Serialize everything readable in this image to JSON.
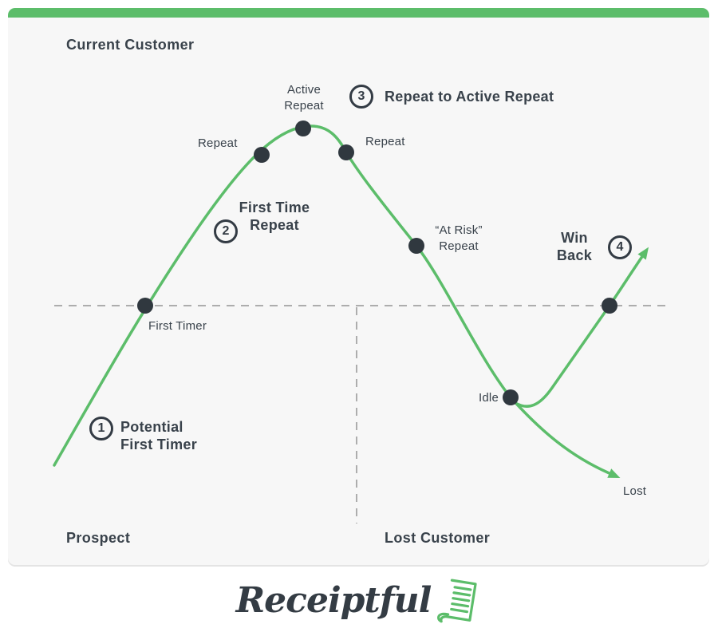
{
  "colors": {
    "accent_green": "#5CBD6A",
    "ink": "#39424B",
    "dot": "#30383F",
    "dashed_line": "#ADADAD",
    "card_background": "#F7F7F7"
  },
  "header": {
    "title": "Current Customer"
  },
  "zones": {
    "prospect": "Prospect",
    "lost_customer": "Lost Customer"
  },
  "stages": {
    "first_timer": "First Timer",
    "repeat_left": "Repeat",
    "active_repeat": {
      "lines": [
        "Active",
        "Repeat"
      ]
    },
    "repeat_right": "Repeat",
    "at_risk": {
      "lines": [
        "“At Risk”",
        "Repeat"
      ]
    },
    "idle": "Idle",
    "lost": "Lost"
  },
  "steps": [
    {
      "number": "1",
      "lines": [
        "Potential",
        "First Timer"
      ]
    },
    {
      "number": "2",
      "lines": [
        "First Time",
        "Repeat"
      ]
    },
    {
      "number": "3",
      "lines": [
        "Repeat to Active Repeat"
      ]
    },
    {
      "number": "4",
      "lines": [
        "Win",
        "Back"
      ]
    }
  ],
  "logo": {
    "wordmark": "Receiptful"
  }
}
